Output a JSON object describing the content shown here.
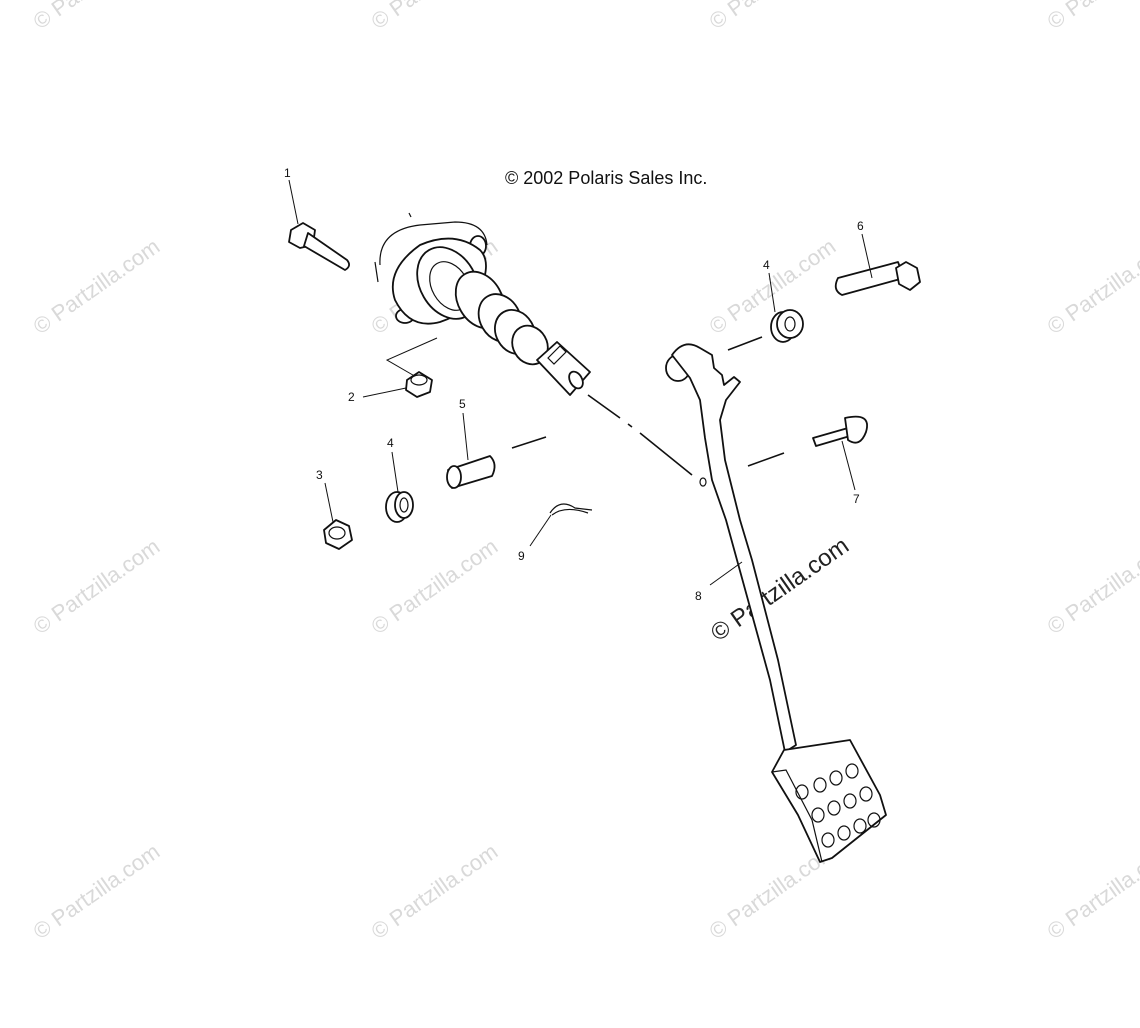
{
  "copyright": "© 2002 Polaris Sales Inc.",
  "watermark": "© Partzilla.com",
  "callouts": {
    "c1": "1",
    "c2": "2",
    "c3": "3",
    "c4a": "4",
    "c4b": "4",
    "c5": "5",
    "c6": "6",
    "c7": "7",
    "c8": "8",
    "c9": "9"
  }
}
